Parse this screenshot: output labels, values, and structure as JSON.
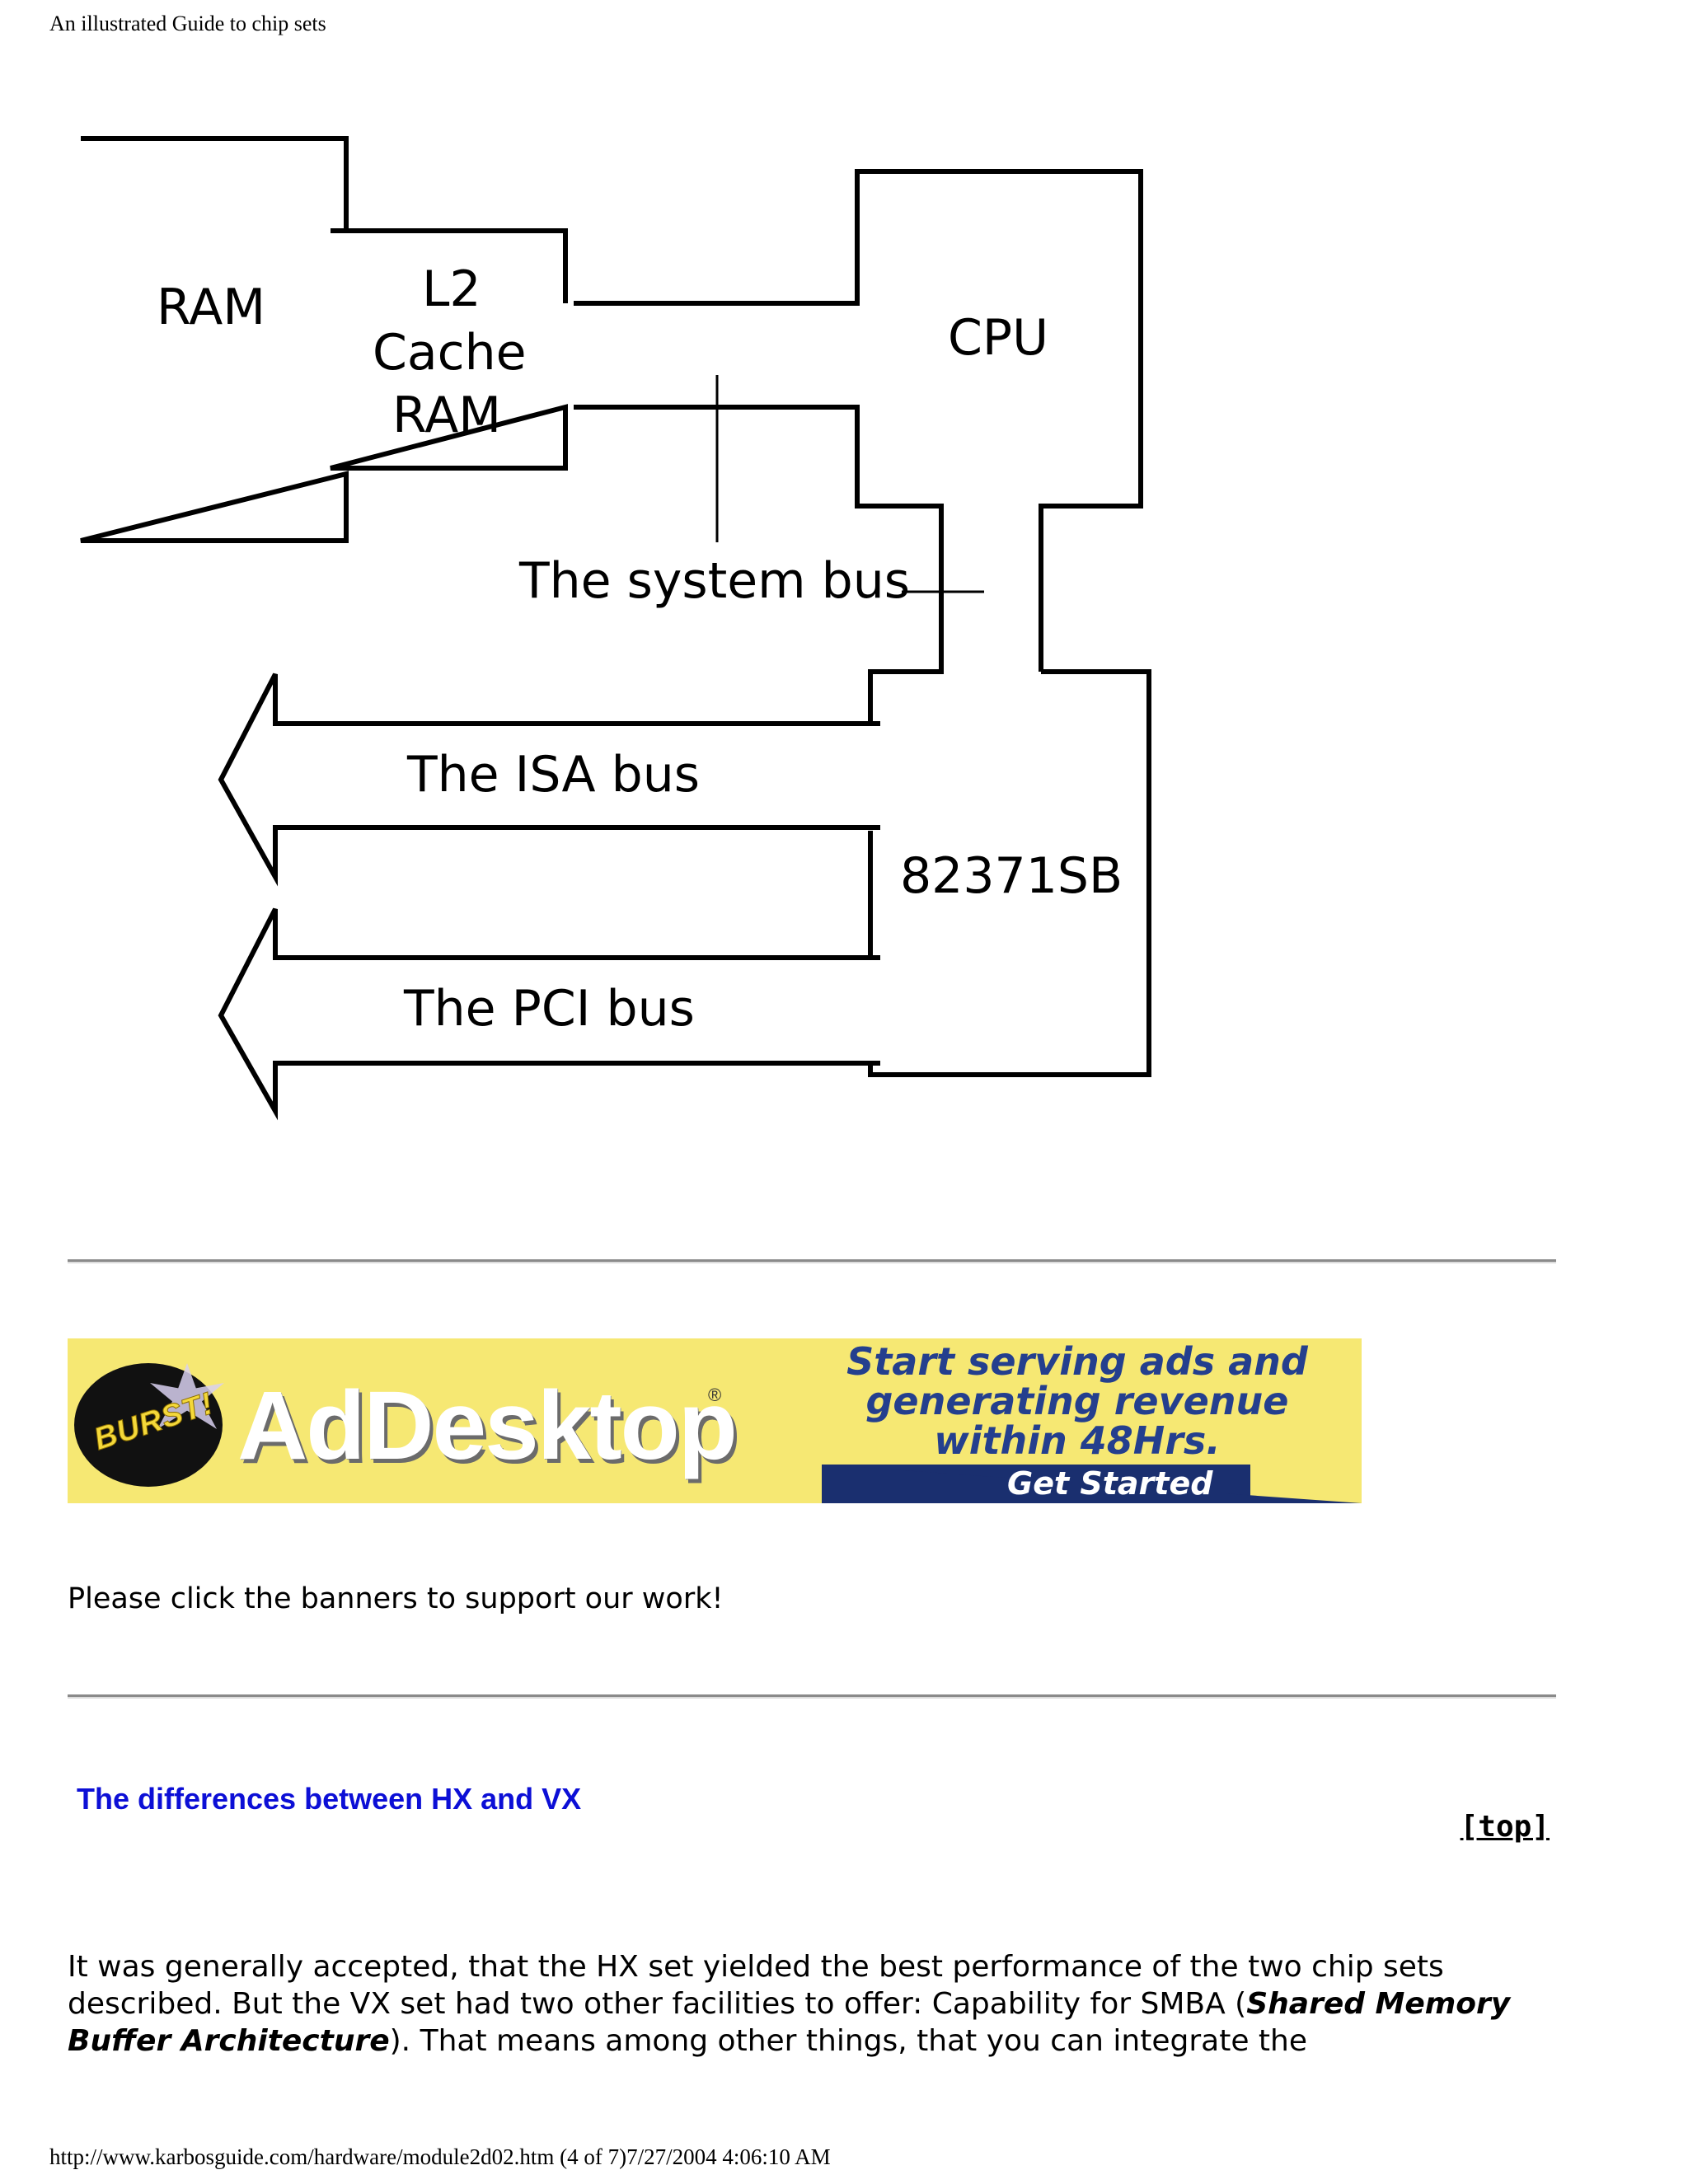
{
  "print_header": "An illustrated Guide to chip sets",
  "diagram": {
    "ram": "RAM",
    "l2_line1": "L2",
    "l2_line2": "Cache",
    "l2_line3": "RAM",
    "cpu": "CPU",
    "system_bus": "The system bus",
    "isa_bus": "The ISA bus",
    "chip": "82371SB",
    "pci_bus": "The PCI bus"
  },
  "banner": {
    "burst": "BURST!",
    "brand": "AdDesktop",
    "reg": "®",
    "tagline_1": "Start serving ads and",
    "tagline_2": "generating revenue",
    "tagline_3": "within 48Hrs.",
    "cta": "Get Started"
  },
  "support_text": "Please click the banners to support our work!",
  "section": {
    "title": "The differences between HX and VX",
    "top_link": "[top]"
  },
  "paragraph": {
    "part1": "It was generally accepted, that the HX set yielded the best performance of the two chip sets described. But the VX set had two other facilities to offer: Capability for SMBA (",
    "emphasis": "Shared Memory Buffer Architecture",
    "part2": "). That means among other things, that you can integrate the"
  },
  "print_footer": "http://www.karbosguide.com/hardware/module2d02.htm (4 of 7)7/27/2004 4:06:10 AM"
}
